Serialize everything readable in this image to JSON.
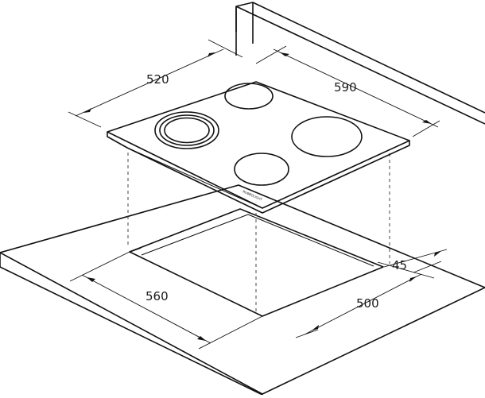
{
  "diagram": {
    "brand_mark": "RUBBOLIGHT",
    "dimensions": {
      "hob_depth": "520",
      "hob_width": "590",
      "cutout_width": "560",
      "cutout_depth": "500",
      "edge_clearance": "45"
    }
  }
}
